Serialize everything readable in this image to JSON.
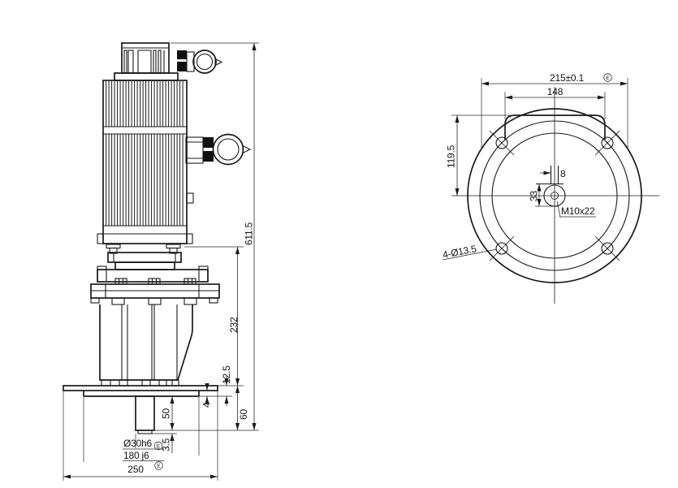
{
  "drawing": {
    "side_view": {
      "overall_height": "611.5",
      "upper_section_height": "232",
      "plate_thickness": "12.5",
      "spigot_depth": "4",
      "output_height": "60",
      "shaft_length": "50",
      "shaft_tip": "3.5",
      "shaft_diameter": "Ø30h6",
      "spigot_diameter": "180 j6",
      "base_width": "250"
    },
    "flange_view": {
      "bolt_circle_diameter": "215±0.1",
      "flange_square_width": "148",
      "center_offset": "119.5",
      "keyway_width": "8",
      "keyway_depth": "33",
      "tapped_hole": "M10x22",
      "mounting_holes": "4-Ø13.5"
    },
    "symbols": {
      "envelope": "E"
    }
  }
}
